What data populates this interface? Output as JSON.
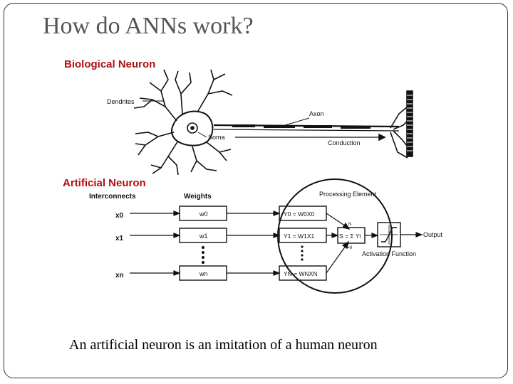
{
  "slide": {
    "title": "How do ANNs work?",
    "caption": "An artificial neuron is an imitation of a human neuron"
  },
  "biological": {
    "heading": "Biological Neuron",
    "dendrites": "Dendrites",
    "axon": "Axon",
    "soma": "Soma",
    "conduction": "Conduction"
  },
  "artificial": {
    "heading": "Artificial Neuron",
    "interconnects": "Interconnects",
    "weights": "Weights",
    "processing_element": "Processing Element",
    "inputs": [
      "x0",
      "x1",
      "xn"
    ],
    "weight_labels": [
      "w0",
      "w1",
      "wn"
    ],
    "products": [
      "Y0 = W0X0",
      "Y1 = W1X1",
      "YN = WNXN"
    ],
    "summation": "S = Σ Yi",
    "summation_top": "N",
    "summation_bottom": "i=0",
    "activation": "Activation Function",
    "output": "Output"
  }
}
